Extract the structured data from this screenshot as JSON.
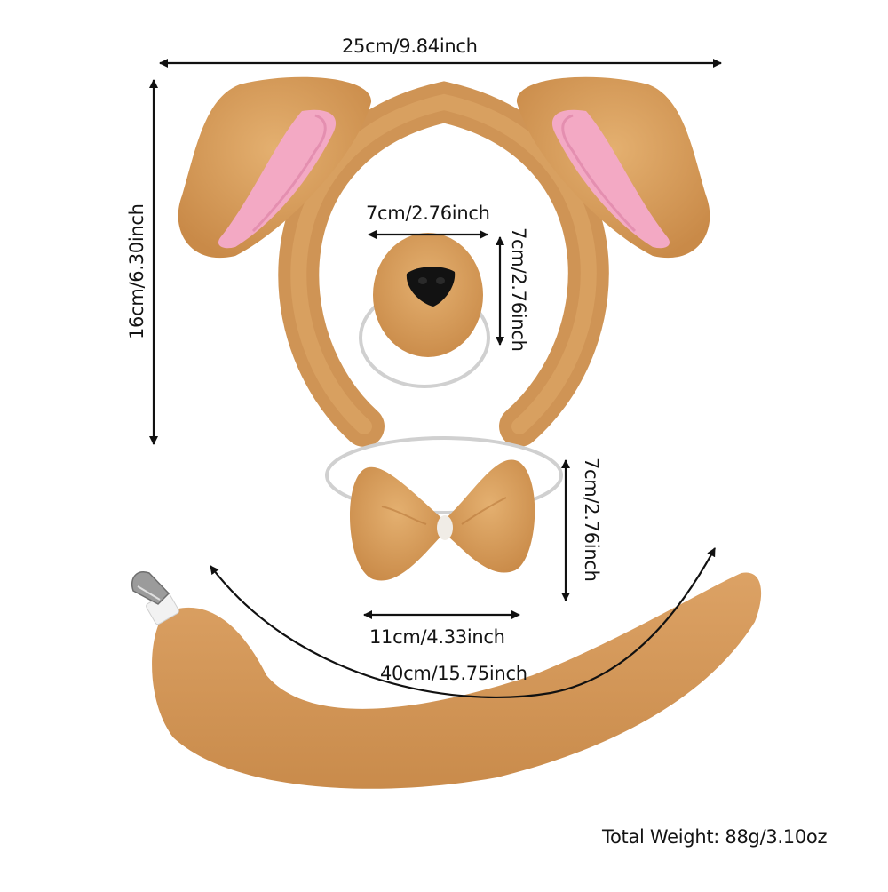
{
  "product": {
    "subject": "Dog costume set: floppy-ear headband, nose, bow tie, tail with clip",
    "colors": {
      "fur": "#d49a5a",
      "fur_dark": "#b97a3c",
      "fur_light": "#e6b57c",
      "ear_lining": "#f3a9c4",
      "nose": "#111111",
      "elastic": "#cfcfcf",
      "clip_metal": "#9a9a9a",
      "arrow": "#111111"
    }
  },
  "dimensions": {
    "headband_width": "25cm/9.84inch",
    "headband_height": "16cm/6.30inch",
    "nose_width": "7cm/2.76inch",
    "nose_height": "7cm/2.76inch",
    "bowtie_height": "7cm/2.76inch",
    "bowtie_width": "11cm/4.33inch",
    "tail_length": "40cm/15.75inch"
  },
  "footer": {
    "total_weight": "Total Weight: 88g/3.10oz"
  }
}
